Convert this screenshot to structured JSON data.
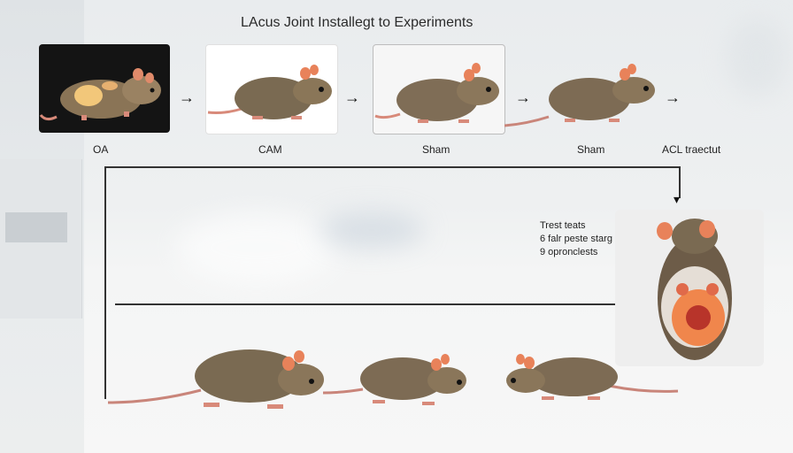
{
  "title": "LAcus Joint Installegt to Experiments",
  "stages": [
    {
      "label": "OA"
    },
    {
      "label": "CAM"
    },
    {
      "label": "Sham"
    },
    {
      "label": "Sham"
    },
    {
      "label": "ACL traectut"
    }
  ],
  "tests_box": {
    "lines": [
      "Trest teats",
      "6 falr peste starg",
      "9 opronclests"
    ]
  },
  "colors": {
    "fur": "#7a6a55",
    "ear": "#e8825a",
    "panel_dark": "#1a1a1a",
    "line": "#333333"
  },
  "icons": [
    "right-arrow-icon",
    "down-arrow-icon"
  ]
}
